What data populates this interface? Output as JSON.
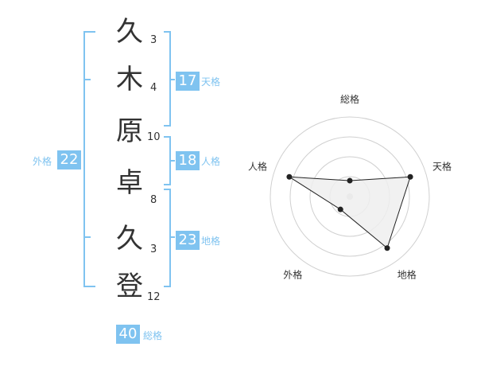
{
  "name": {
    "chars": [
      {
        "char": "久",
        "strokes": "3"
      },
      {
        "char": "木",
        "strokes": "4"
      },
      {
        "char": "原",
        "strokes": "10"
      },
      {
        "char": "卓",
        "strokes": "8"
      },
      {
        "char": "久",
        "strokes": "3"
      },
      {
        "char": "登",
        "strokes": "12"
      }
    ]
  },
  "fortune": {
    "tenkaku": {
      "value": "17",
      "label": "天格"
    },
    "jinkaku": {
      "value": "18",
      "label": "人格"
    },
    "chikaku": {
      "value": "23",
      "label": "地格"
    },
    "gaikaku": {
      "value": "22",
      "label": "外格"
    },
    "soukaku": {
      "value": "40",
      "label": "総格"
    }
  },
  "chart_data": {
    "type": "radar",
    "axes": [
      "総格",
      "天格",
      "地格",
      "外格",
      "人格"
    ],
    "values": [
      1,
      4,
      4,
      1,
      4
    ],
    "max": 5,
    "rings": 4
  },
  "colors": {
    "accent": "#7fc3f0",
    "text": "#333333",
    "radar_fill": "#eeeeee"
  }
}
